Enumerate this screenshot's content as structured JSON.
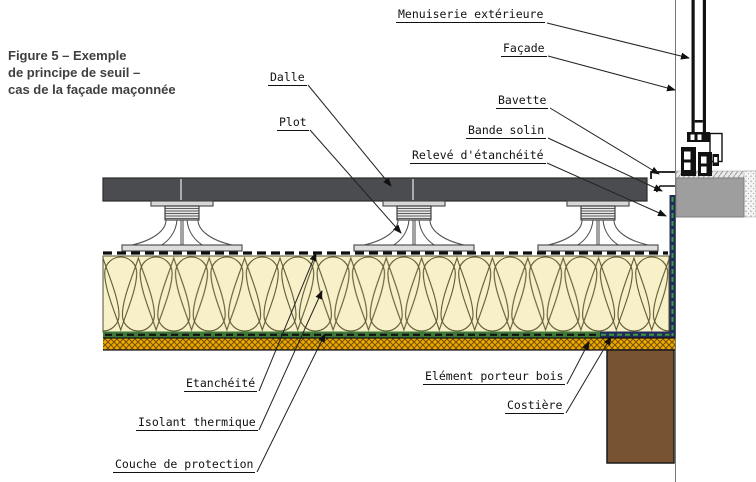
{
  "figure": {
    "title_line1": "Figure 5 – Exemple",
    "title_line2": "de principe de seuil –",
    "title_line3": "cas de la façade maçonnée"
  },
  "labels": {
    "menuiserie": "Menuiserie extérieure",
    "facade": "Façade",
    "bavette": "Bavette",
    "bande_solin": "Bande solin",
    "releve": "Relevé d'étanchéité",
    "dalle": "Dalle",
    "plot": "Plot",
    "etancheite": "Etanchéité",
    "isolant": "Isolant thermique",
    "couche_protection": "Couche de protection",
    "element_porteur": "Elément porteur bois",
    "costiere": "Costière"
  },
  "colors": {
    "slab_gray": "#4a4c50",
    "insulation_fill": "#f8f0c8",
    "insulation_line": "#5c5a32",
    "membrane_green": "#3f7a3a",
    "upstand_navy": "#232c59",
    "wood_panel_orange": "#f0a800",
    "wood_block_brown": "#775331",
    "masonry_gray": "#9e9e9e",
    "line_black": "#111111"
  }
}
